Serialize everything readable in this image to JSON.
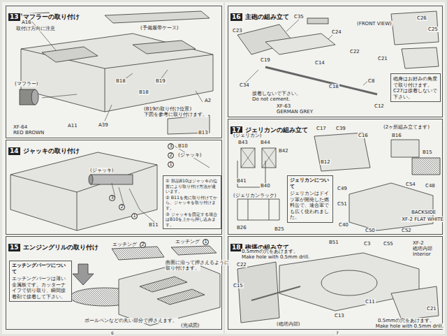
{
  "diagram": {
    "nodes": [
      {
        "text": [
          "13",
          "マフラーの取り付け"
        ]
      },
      {
        "text": [
          "14",
          "ジャッキの取り付け"
        ]
      },
      {
        "text": [
          "① 部品B10はジャッキの位置により取り付け方法が違います。",
          "② B11を先に取り付けてから、ジャッキを取り付けます。",
          "③ ジャッキを固定する場合はB10を上から押し込みます。"
        ],
        "in": 1
      },
      {
        "text": [
          "15",
          "エンジングリルの取り付け"
        ]
      },
      {
        "text": [
          "エッチングパーツについて",
          "エッチングパーツは薄い金属板です。カッターナイフで切り取り、瞬間接着剤で接着して下さい。"
        ],
        "in": 3
      },
      {
        "text": [
          "16",
          "主砲の組み立て"
        ]
      },
      {
        "text": [
          "砲身はお好みの角度で取り付けます。C27は接着しないで下さい。"
        ],
        "in": 5
      },
      {
        "text": [
          "17",
          "ジェリカンの組み立て"
        ]
      },
      {
        "text": [
          "ジェリカンについて",
          "ジェリカンはドイツ軍が開発した燃料缶で、連合軍でも広く使われました。"
        ],
        "in": 7
      },
      {
        "text": [
          "18",
          "砲塔の組み立て"
        ]
      }
    ],
    "labels": [
      "A16",
      "取付け方向に注意",
      "(予備履帯ケース)",
      "B19",
      "B18",
      "B18",
      "B13",
      "A2",
      "A39",
      "A11",
      "(マフラー)",
      "XF-64",
      "RED BROWN",
      "(B19の取り付け位置)",
      "下図を参考に取り付けます。",
      "3",
      "B10",
      "2",
      "(ジャッキ)",
      "1",
      "(ジャッキ)",
      "B11",
      "1",
      "2",
      "3",
      "エッチング",
      "2",
      "エッチング",
      "1",
      "曲面に沿って押さえるように",
      "取り付けます。",
      "ボールペンなどの丸い部分で押さえます。",
      "(完成図)",
      "C35",
      "C26",
      "C23",
      "C25",
      "(FRONT VIEW)",
      "C21",
      "C24",
      "C19",
      "C14",
      "C22",
      "C34",
      "接着しないで下さい。",
      "Do not cement.",
      "C8",
      "C12",
      "C18",
      "XF-63",
      "GERMAN GREY",
      "(ジェリカン)",
      "B43",
      "B44",
      "B42",
      "B41",
      "B40",
      "(ジェリカンラック)",
      "B26",
      "B25",
      "C17",
      "C39",
      "C16",
      "B12",
      "(2ヶ所組み立てます)",
      "B16",
      "B15",
      "C54",
      "C48",
      "C49",
      "C51",
      "C40",
      "C50",
      "C52",
      "BACKSIDE",
      "XF-2 FLAT WHITE",
      "0.5mmの穴をあけます。",
      "Make hole with 0.5mm drill.",
      "B51",
      "C3",
      "C55",
      "XF-2",
      "砲塔内部",
      "Interior",
      "C22",
      "C15",
      "C11",
      "C13",
      "C21",
      "0.5mmの穴をあけます。",
      "Make hole with 0.5mm drill.",
      "(砲塔内部)",
      "6",
      "7"
    ]
  }
}
